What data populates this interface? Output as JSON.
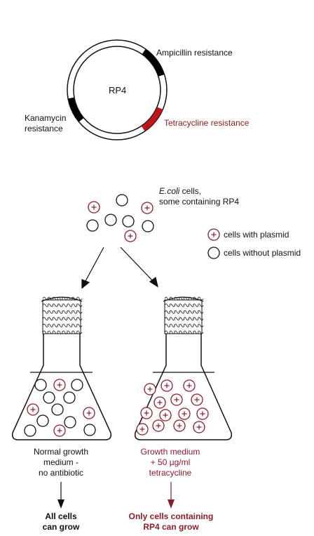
{
  "plasmid": {
    "name": "RP4",
    "ampicillin_label": "Ampicillin resistance",
    "kanamycin_label_line1": "Kanamycin",
    "kanamycin_label_line2": "resistance",
    "tetracycline_label": "Tetracycline resistance"
  },
  "population": {
    "label_italic": "E.coli",
    "label_rest": " cells,",
    "label_line2": "some containing RP4"
  },
  "legend": {
    "with_plasmid": "cells with plasmid",
    "without_plasmid": "cells without plasmid"
  },
  "flask_left": {
    "line1": "Normal growth",
    "line2": "medium -",
    "line3": "no antibiotic",
    "result_line1": "All cells",
    "result_line2": "can grow"
  },
  "flask_right": {
    "line1": "Growth medium",
    "line2": "+ 50 µg/ml",
    "line3": "tetracycline",
    "result_line1": "Only cells containing",
    "result_line2": "RP4 can grow"
  },
  "colors": {
    "plasmid_red": "#8b1c2c",
    "ink": "#111111",
    "resistance_gene": "#000000",
    "tetracycline_gene": "#c0141e"
  }
}
